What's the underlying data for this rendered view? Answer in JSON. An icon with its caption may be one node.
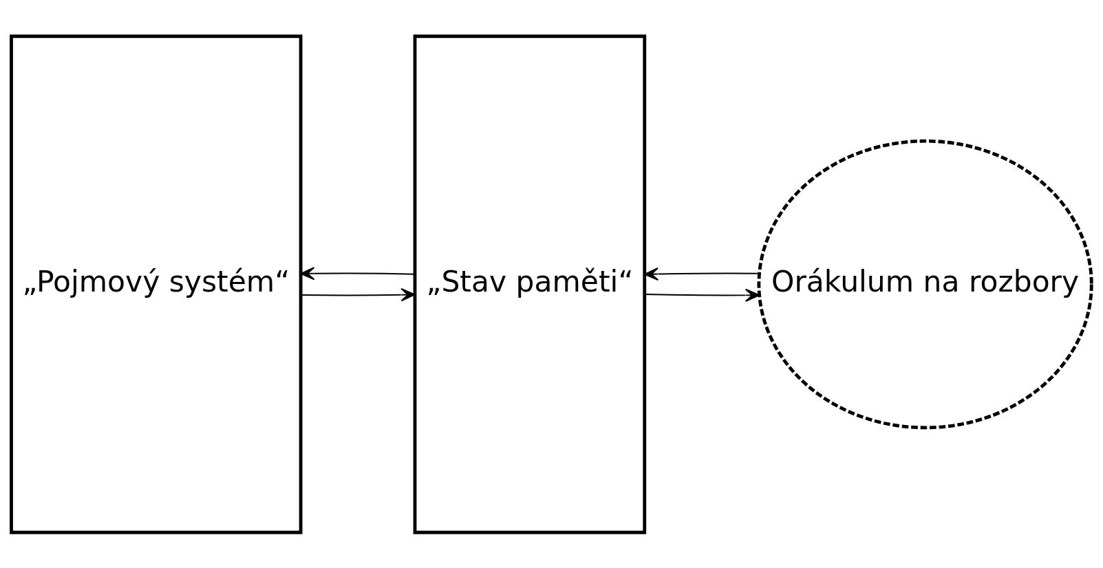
{
  "diagram": {
    "nodes": [
      {
        "text": [
          "„Pojmový systém“"
        ]
      },
      {
        "text": [
          "„Stav paměti“"
        ]
      },
      {
        "text": [
          "Orákulum na rozbory"
        ]
      }
    ],
    "edges": [
      {
        "from": 1,
        "to": 0,
        "arrow": "to"
      },
      {
        "from": 0,
        "to": 1,
        "arrow": "to"
      },
      {
        "from": 2,
        "to": 1,
        "arrow": "to"
      },
      {
        "from": 1,
        "to": 2,
        "arrow": "to"
      }
    ]
  }
}
